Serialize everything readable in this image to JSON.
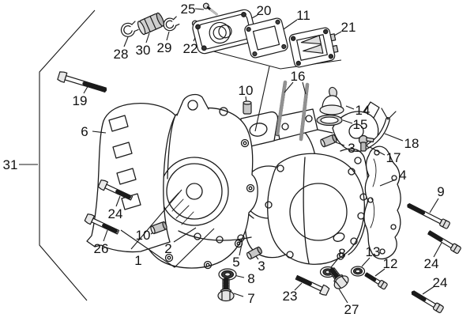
{
  "diagram": {
    "background": "#ffffff",
    "line_color": "#1a1a1a",
    "label_color": "#111111",
    "callouts": [
      {
        "id": "25",
        "text": "25"
      },
      {
        "id": "20",
        "text": "20"
      },
      {
        "id": "11",
        "text": "11"
      },
      {
        "id": "21",
        "text": "21"
      },
      {
        "id": "28",
        "text": "28"
      },
      {
        "id": "30",
        "text": "30"
      },
      {
        "id": "29",
        "text": "29"
      },
      {
        "id": "22",
        "text": "22"
      },
      {
        "id": "19",
        "text": "19"
      },
      {
        "id": "6",
        "text": "6"
      },
      {
        "id": "31",
        "text": "31"
      },
      {
        "id": "16",
        "text": "16"
      },
      {
        "id": "10-top",
        "text": "10"
      },
      {
        "id": "14",
        "text": "14"
      },
      {
        "id": "15",
        "text": "15"
      },
      {
        "id": "3-top",
        "text": "3"
      },
      {
        "id": "18",
        "text": "18"
      },
      {
        "id": "17",
        "text": "17"
      },
      {
        "id": "4",
        "text": "4"
      },
      {
        "id": "9",
        "text": "9"
      },
      {
        "id": "24-right",
        "text": "24"
      },
      {
        "id": "13",
        "text": "13"
      },
      {
        "id": "12",
        "text": "12"
      },
      {
        "id": "8-right",
        "text": "8"
      },
      {
        "id": "24-bottom-right",
        "text": "24"
      },
      {
        "id": "23",
        "text": "23"
      },
      {
        "id": "27",
        "text": "27"
      },
      {
        "id": "24-left",
        "text": "24"
      },
      {
        "id": "26",
        "text": "26"
      },
      {
        "id": "10-bottom",
        "text": "10"
      },
      {
        "id": "1",
        "text": "1"
      },
      {
        "id": "2",
        "text": "2"
      },
      {
        "id": "5",
        "text": "5"
      },
      {
        "id": "3-bottom",
        "text": "3"
      },
      {
        "id": "8-left",
        "text": "8"
      },
      {
        "id": "7",
        "text": "7"
      }
    ]
  }
}
